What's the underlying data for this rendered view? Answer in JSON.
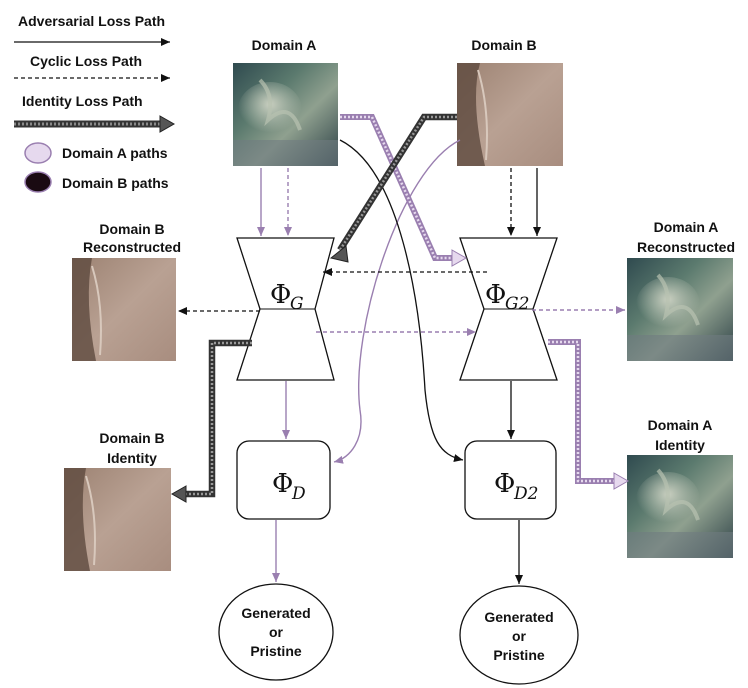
{
  "legend": {
    "adversarial": "Adversarial Loss Path",
    "cyclic": "Cyclic Loss Path",
    "identity": "Identity Loss Path",
    "domain_a_paths": "Domain A paths",
    "domain_b_paths": "Domain B paths"
  },
  "images": {
    "domain_a": "Domain A",
    "domain_b": "Domain B",
    "domain_b_reconstructed": [
      "Domain B",
      "Reconstructed"
    ],
    "domain_a_reconstructed": [
      "Domain A",
      "Reconstructed"
    ],
    "domain_b_identity": [
      "Domain B",
      "Identity"
    ],
    "domain_a_identity": [
      "Domain A",
      "Identity"
    ]
  },
  "nodes": {
    "generator_g": {
      "symbol": "Φ",
      "subscript": "G"
    },
    "generator_g2": {
      "symbol": "Φ",
      "subscript": "G2"
    },
    "discriminator_d": {
      "symbol": "Φ",
      "subscript": "D"
    },
    "discriminator_d2": {
      "symbol": "Φ",
      "subscript": "D2"
    }
  },
  "outputs": {
    "left": [
      "Generated",
      "or",
      "Pristine"
    ],
    "right": [
      "Generated",
      "or",
      "Pristine"
    ]
  },
  "colors": {
    "domain_a": "#9a7fb0",
    "domain_a_light": "#e6d9ee",
    "domain_b": "#111111",
    "identity_dark": "#555555"
  }
}
